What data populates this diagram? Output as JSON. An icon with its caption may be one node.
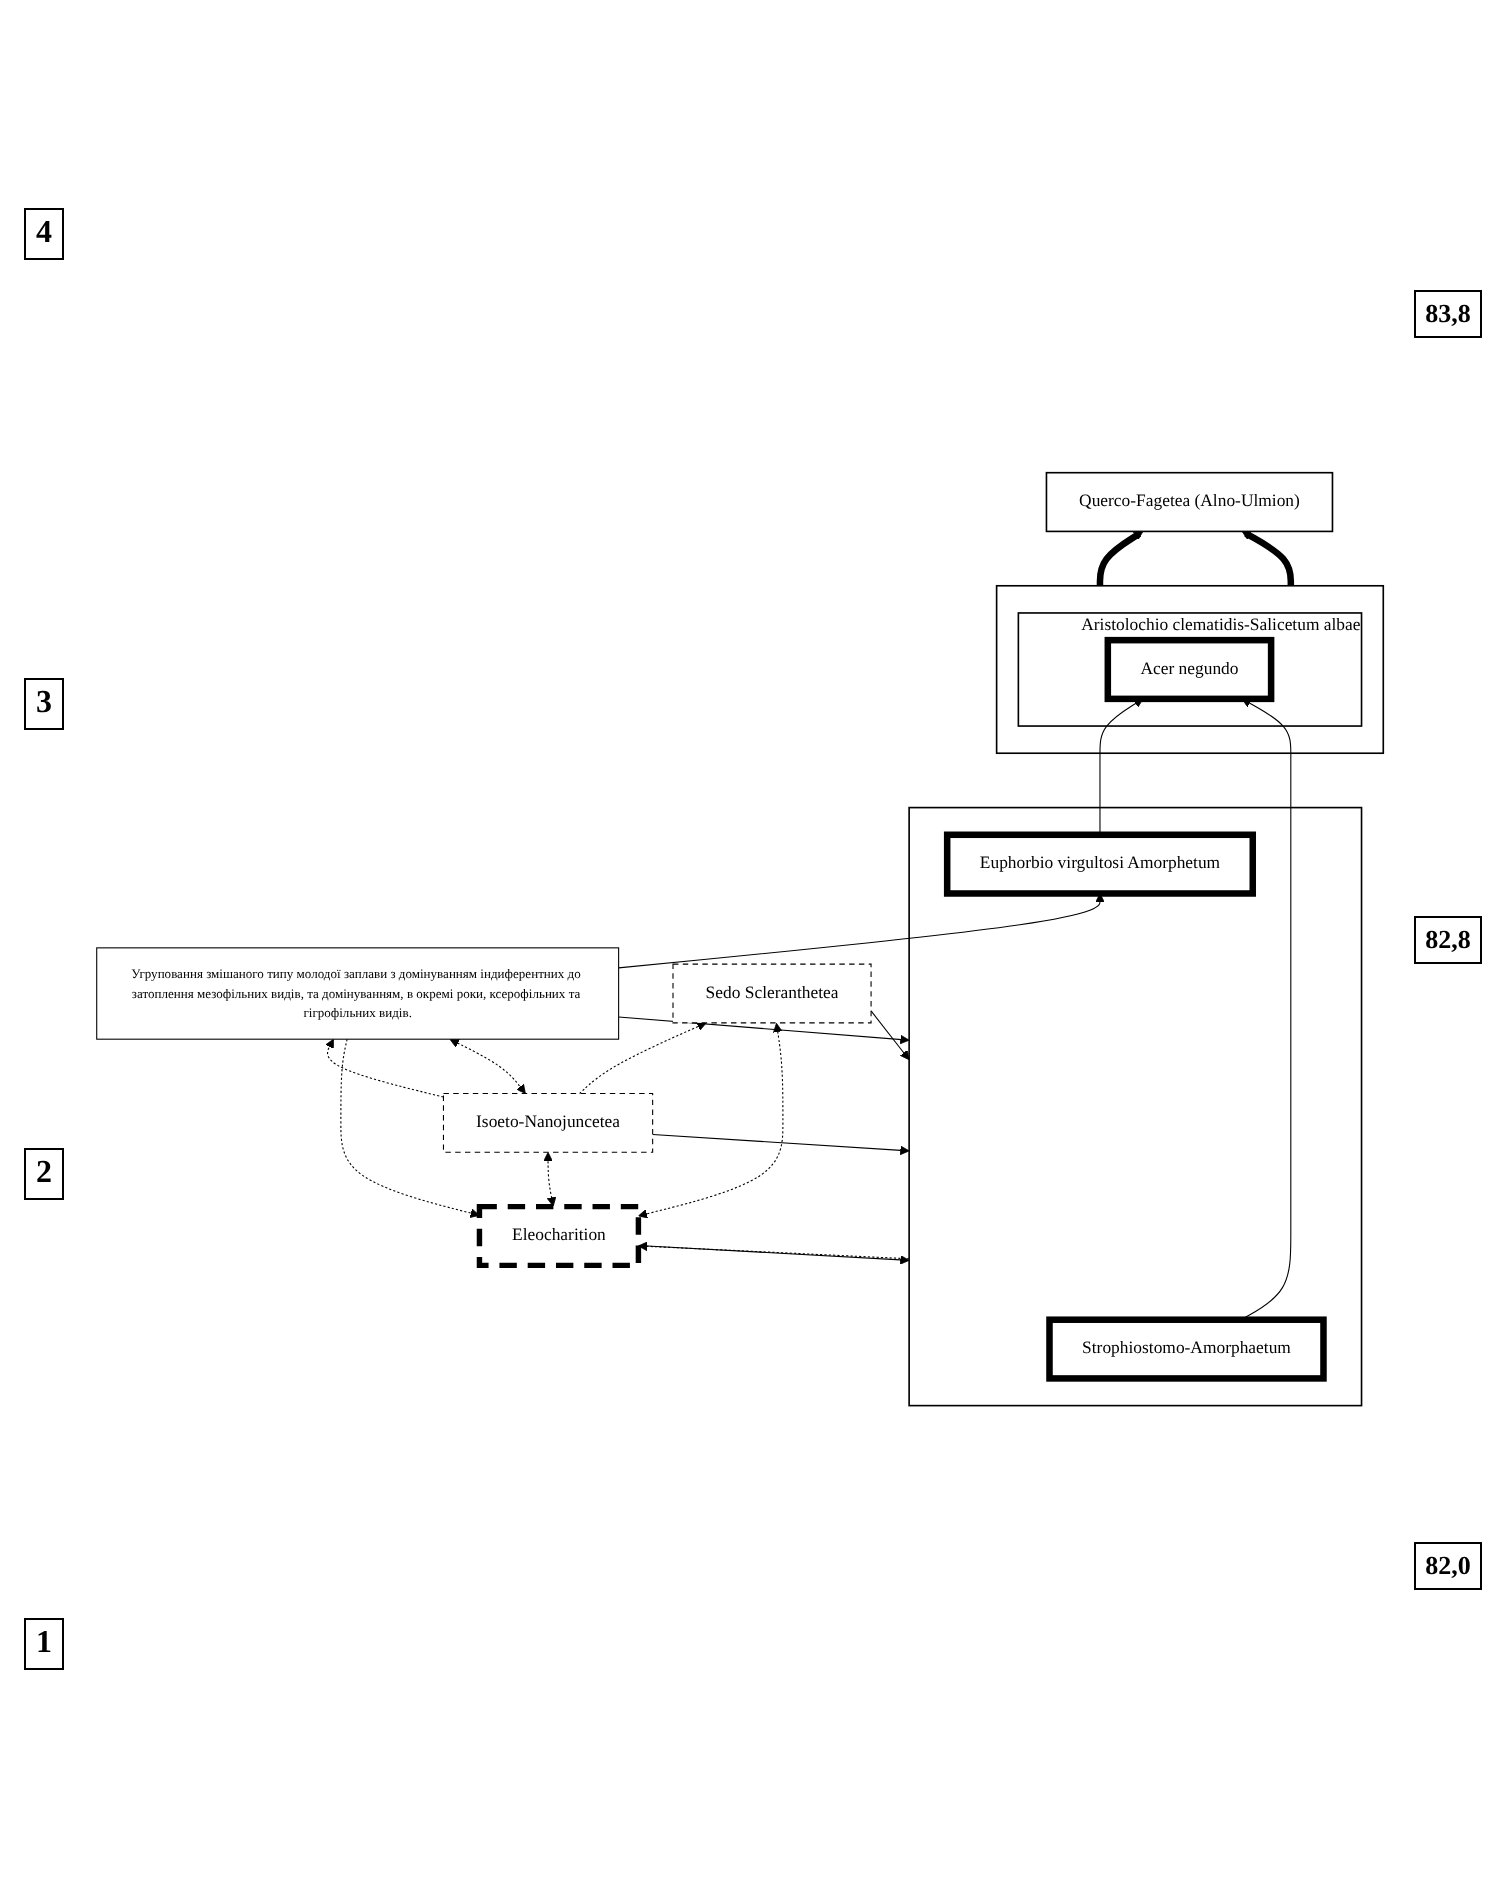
{
  "diagram": {
    "nodes": [
      {
        "text": [
          "Querco-Fagetea (Alno-Ulmion)"
        ]
      },
      {
        "text": [],
        "shape": "box"
      },
      {
        "text": [
          "Aristolochio clematidis-Salicetum albae"
        ],
        "in": 1
      },
      {
        "text": [
          "Acer negundo"
        ],
        "in": 2
      },
      {
        "text": [],
        "shape": "box"
      },
      {
        "text": [
          "Sedo Scleranthetea"
        ]
      },
      {
        "text": [
          "Strophiostomo-Amorphaetum"
        ],
        "in": 4
      },
      {
        "text": [
          "Eleocharition"
        ]
      },
      {
        "text": [
          "Euphorbio virgultosi Amorphetum"
        ],
        "in": 4
      },
      {
        "text": [
          "Isoeto-Nanojuncetea"
        ]
      },
      {
        "text": [
          "Угруповання змішаного типу молодої заплави з домінуванням індиферентних до затоплення мезофільних видів, та домінуванням, в окремі роки, ксерофільних та гігрофільних видів."
        ]
      }
    ],
    "edges": [
      {
        "from": 1,
        "to": 0,
        "arrow": "to",
        "style": "thick"
      },
      {
        "from": 1,
        "to": 0,
        "arrow": "to",
        "style": "thick"
      },
      {
        "from": 8,
        "to": 3,
        "arrow": "to"
      },
      {
        "from": 6,
        "to": 3,
        "arrow": "to"
      },
      {
        "from": 5,
        "to": 4,
        "arrow": "to"
      },
      {
        "from": 7,
        "to": 4,
        "arrow": "to"
      },
      {
        "from": 4,
        "to": 7,
        "arrow": "to",
        "style": "dashed"
      },
      {
        "from": 9,
        "to": 4,
        "arrow": "to"
      },
      {
        "from": 5,
        "to": 7,
        "arrow": "both",
        "style": "dashed"
      },
      {
        "from": 9,
        "to": 5,
        "arrow": "to",
        "style": "dashed"
      },
      {
        "from": 7,
        "to": 9,
        "arrow": "both",
        "style": "dashed"
      },
      {
        "from": 10,
        "to": 7,
        "arrow": "to",
        "style": "dashed"
      },
      {
        "from": 10,
        "to": 9,
        "arrow": "both",
        "style": "dashed"
      },
      {
        "from": 9,
        "to": 10,
        "arrow": "to",
        "style": "dashed"
      },
      {
        "from": 10,
        "to": 4,
        "arrow": "to"
      },
      {
        "from": 10,
        "to": 8,
        "arrow": "to"
      }
    ],
    "labels": [
      "4",
      "83,8",
      "3",
      "2",
      "82,8",
      "1",
      "82,0"
    ]
  }
}
